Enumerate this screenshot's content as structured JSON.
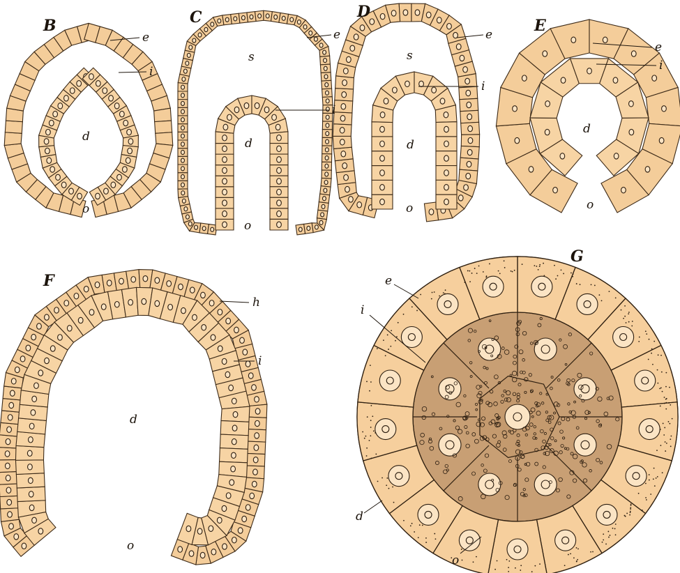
{
  "panels": {
    "B": {
      "title": "B",
      "labels": {
        "e": "e",
        "i": "i",
        "d": "d",
        "o": "o"
      }
    },
    "C": {
      "title": "C",
      "labels": {
        "e": "e",
        "s": "s",
        "i": "i",
        "d": "d",
        "o": "o"
      }
    },
    "D": {
      "title": "D",
      "labels": {
        "e": "e",
        "s": "s",
        "i": "i",
        "d": "d",
        "o": "o"
      }
    },
    "E": {
      "title": "E",
      "labels": {
        "e": "e",
        "i": "i",
        "d": "d",
        "o": "o"
      }
    },
    "F": {
      "title": "F",
      "labels": {
        "h": "h",
        "i": "i",
        "d": "d",
        "o": "o"
      }
    },
    "G": {
      "title": "G",
      "labels": {
        "e": "e",
        "i": "i",
        "d": "d",
        "o": "o"
      }
    }
  },
  "colors": {
    "cell_fill": "#f4cd9a",
    "inner_cell_fill": "#c89f74",
    "outline": "#3c2a18"
  }
}
